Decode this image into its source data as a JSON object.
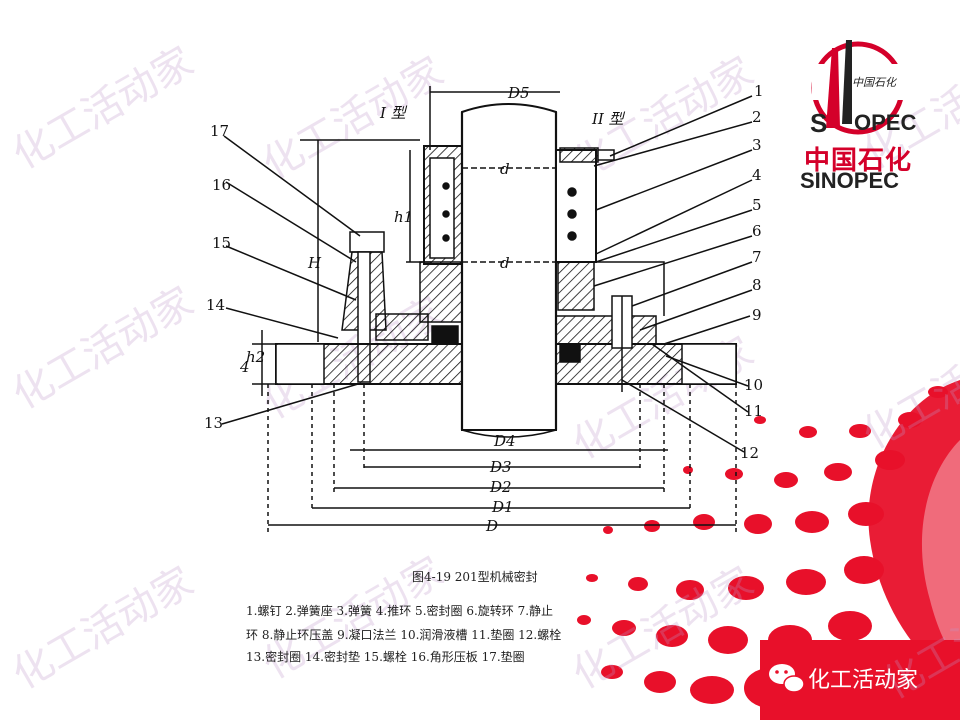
{
  "watermark_text": "化工活动家",
  "logo": {
    "cn": "中国石化",
    "en": "SINOPEC",
    "color": "#d4002a"
  },
  "diagram": {
    "type_left": "I 型",
    "type_right": "II 型",
    "dims": {
      "D5": "D5",
      "d": "d",
      "d2": "d",
      "H": "H",
      "h1": "h1",
      "h2": "h2",
      "four": "4",
      "D4": "D4",
      "D3": "D3",
      "D2": "D2",
      "D1": "D1",
      "D": "D"
    },
    "parts_right": [
      "1",
      "2",
      "3",
      "4",
      "5",
      "6",
      "7",
      "8",
      "9",
      "10",
      "11",
      "12"
    ],
    "parts_left": [
      "17",
      "16",
      "15",
      "14",
      "13"
    ]
  },
  "caption": "图4-19   201型机械密封",
  "legend_lines": [
    "1.螺钉  2.弹簧座  3.弹簧  4.推环  5.密封圈  6.旋转环  7.静止",
    "环  8.静止环压盖  9.凝口法兰  10.润滑液槽  11.垫圈  12.螺栓",
    "13.密封圈  14.密封垫  15.螺栓  16.角形压板  17.垫圈"
  ],
  "brand_text": "化工活动家",
  "colors": {
    "accent": "#e8102a",
    "watermark": "#c8a0d0"
  }
}
